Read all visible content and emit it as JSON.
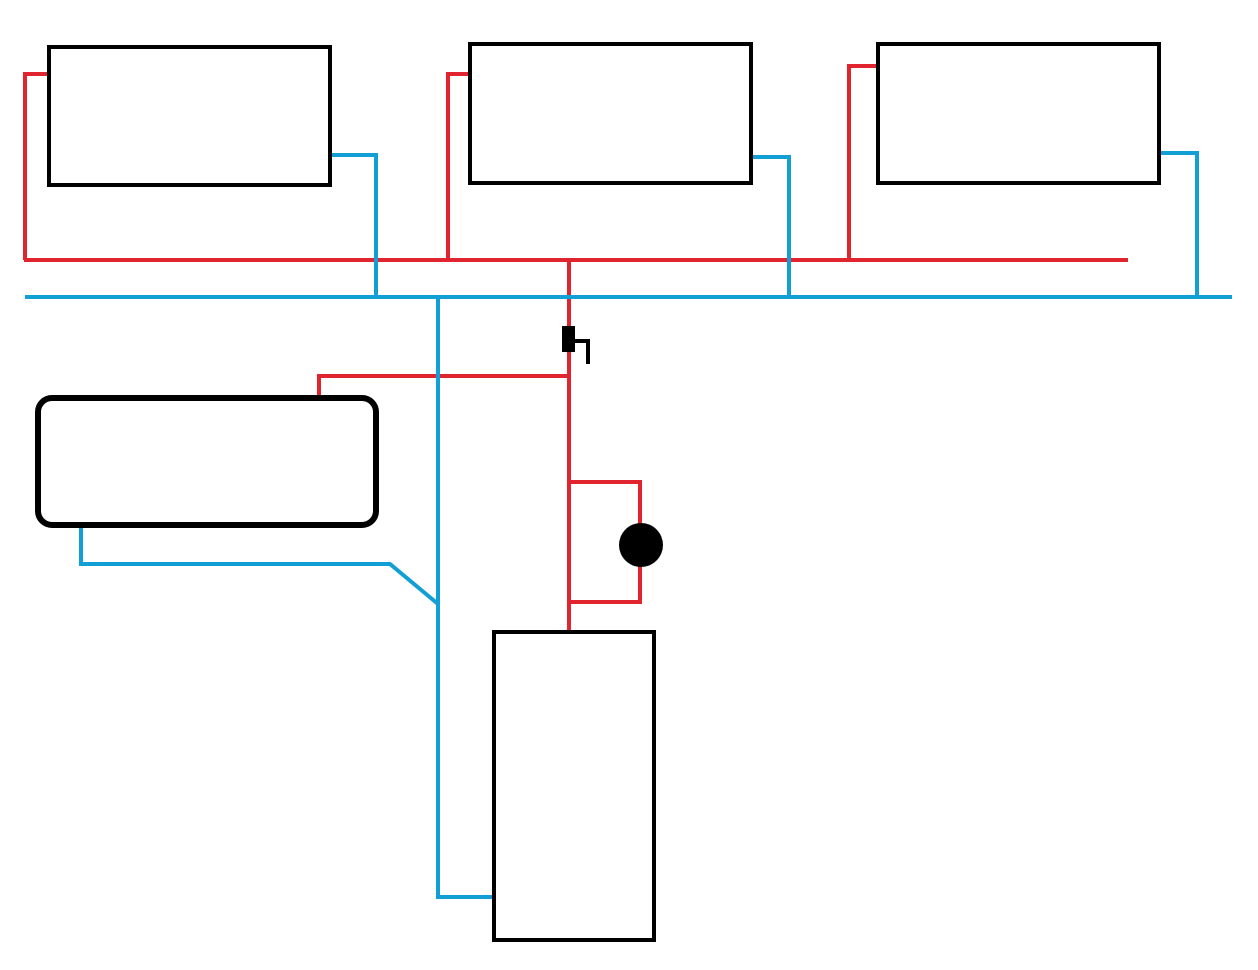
{
  "diagram": {
    "colors": {
      "supply": "#e0252e",
      "return": "#119fd6",
      "outline": "#000000",
      "background": "#ffffff"
    },
    "components": {
      "radiators": 3,
      "storage_tank": 1,
      "boiler": 1,
      "pump": 1,
      "valve": 1
    },
    "icons": {
      "pump": "filled-circle",
      "valve": "gate-valve-symbol"
    }
  }
}
